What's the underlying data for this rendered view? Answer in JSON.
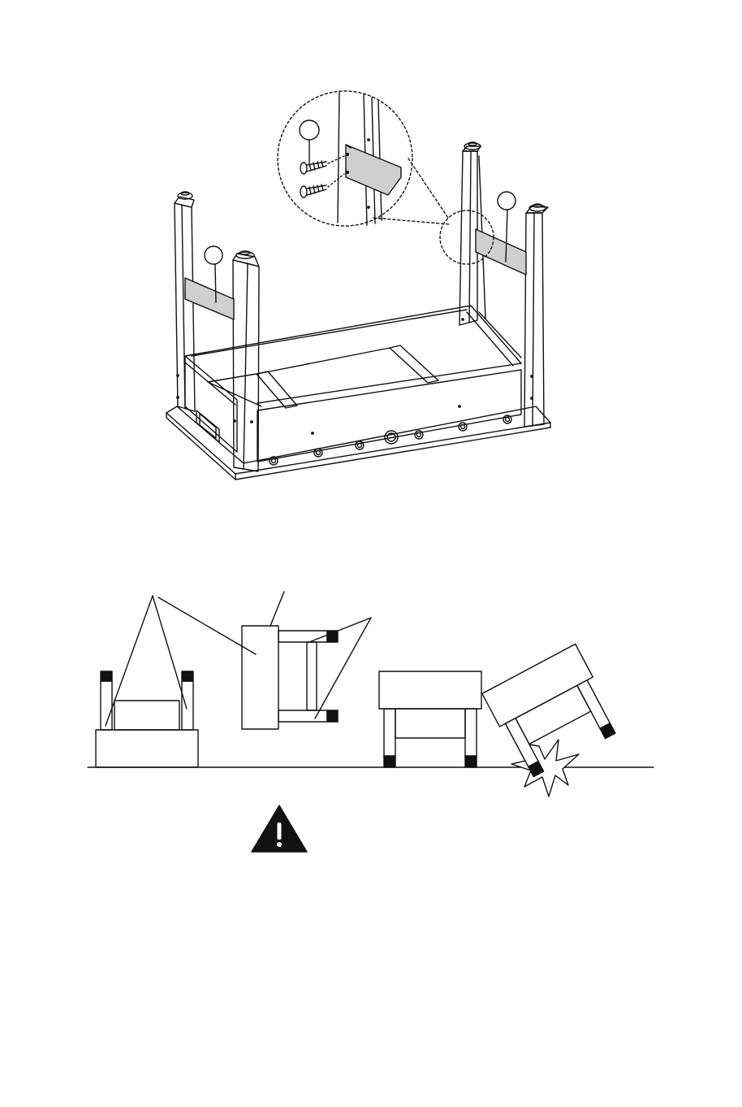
{
  "figure": {
    "main_assembly": {
      "callouts": [
        {
          "id": "callout-screws",
          "label": ""
        },
        {
          "id": "callout-right-brace",
          "label": ""
        },
        {
          "id": "callout-left-brace",
          "label": ""
        }
      ],
      "has_zoom_detail": true
    },
    "placement_guide": {
      "panels": [
        {
          "id": "legs-up-on-box",
          "state": "ok"
        },
        {
          "id": "on-side",
          "state": "ok"
        },
        {
          "id": "upright",
          "state": "ok"
        },
        {
          "id": "tipping",
          "state": "wrong"
        }
      ],
      "leader_labels": [
        "",
        ""
      ]
    },
    "warning": {
      "icon": "warning-triangle-icon",
      "symbol": "!"
    },
    "colors": {
      "line": "#111111",
      "brace_fill": "#cfcfcf",
      "foot_fill": "#111111",
      "background": "#ffffff"
    }
  }
}
